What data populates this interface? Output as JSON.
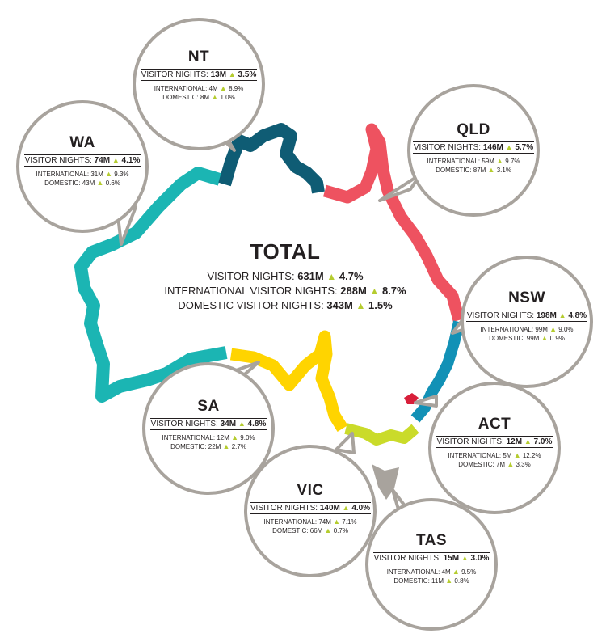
{
  "total": {
    "title": "TOTAL",
    "rows": [
      {
        "label": "VISITOR NIGHTS:",
        "value": "631M",
        "change": "4.7%"
      },
      {
        "label": "INTERNATIONAL VISITOR NIGHTS:",
        "value": "288M",
        "change": "8.7%"
      },
      {
        "label": "DOMESTIC VISITOR NIGHTS:",
        "value": "343M",
        "change": "1.5%"
      }
    ]
  },
  "regions": {
    "nt": {
      "code": "NT",
      "nights_label": "VISITOR NIGHTS:",
      "nights": "13M",
      "nights_change": "3.5%",
      "intl_label": "INTERNATIONAL:",
      "intl": "4M",
      "intl_change": "8.9%",
      "dom_label": "DOMESTIC:",
      "dom": "8M",
      "dom_change": "1.0%"
    },
    "wa": {
      "code": "WA",
      "nights_label": "VISITOR NIGHTS:",
      "nights": "74M",
      "nights_change": "4.1%",
      "intl_label": "INTERNATIONAL:",
      "intl": "31M",
      "intl_change": "9.3%",
      "dom_label": "DOMESTIC:",
      "dom": "43M",
      "dom_change": "0.6%"
    },
    "qld": {
      "code": "QLD",
      "nights_label": "VISITOR NIGHTS:",
      "nights": "146M",
      "nights_change": "5.7%",
      "intl_label": "INTERNATIONAL:",
      "intl": "59M",
      "intl_change": "9.7%",
      "dom_label": "DOMESTIC:",
      "dom": "87M",
      "dom_change": "3.1%"
    },
    "nsw": {
      "code": "NSW",
      "nights_label": "VISITOR NIGHTS:",
      "nights": "198M",
      "nights_change": "4.8%",
      "intl_label": "INTERNATIONAL:",
      "intl": "99M",
      "intl_change": "9.0%",
      "dom_label": "DOMESTIC:",
      "dom": "99M",
      "dom_change": "0.9%"
    },
    "sa": {
      "code": "SA",
      "nights_label": "VISITOR NIGHTS:",
      "nights": "34M",
      "nights_change": "4.8%",
      "intl_label": "INTERNATIONAL:",
      "intl": "12M",
      "intl_change": "9.0%",
      "dom_label": "DOMESTIC:",
      "dom": "22M",
      "dom_change": "2.7%"
    },
    "act": {
      "code": "ACT",
      "nights_label": "VISITOR NIGHTS:",
      "nights": "12M",
      "nights_change": "7.0%",
      "intl_label": "INTERNATIONAL:",
      "intl": "5M",
      "intl_change": "12.2%",
      "dom_label": "DOMESTIC:",
      "dom": "7M",
      "dom_change": "3.3%"
    },
    "vic": {
      "code": "VIC",
      "nights_label": "VISITOR NIGHTS:",
      "nights": "140M",
      "nights_change": "4.0%",
      "intl_label": "INTERNATIONAL:",
      "intl": "74M",
      "intl_change": "7.1%",
      "dom_label": "DOMESTIC:",
      "dom": "66M",
      "dom_change": "0.7%"
    },
    "tas": {
      "code": "TAS",
      "nights_label": "VISITOR NIGHTS:",
      "nights": "15M",
      "nights_change": "3.0%",
      "intl_label": "INTERNATIONAL:",
      "intl": "4M",
      "intl_change": "9.5%",
      "dom_label": "DOMESTIC:",
      "dom": "11M",
      "dom_change": "0.8%"
    }
  },
  "colors": {
    "wa": "#1bb5b3",
    "nt": "#0f5c74",
    "qld": "#ee5260",
    "nsw": "#1291b6",
    "act": "#d81f3a",
    "sa": "#ffd400",
    "vic": "#cadb2a",
    "tas": "#a8a39d",
    "bubble_border": "#a8a39d",
    "increase_marker": "#b5cc2f"
  },
  "icons": {
    "increase": "up-triangle-icon"
  }
}
